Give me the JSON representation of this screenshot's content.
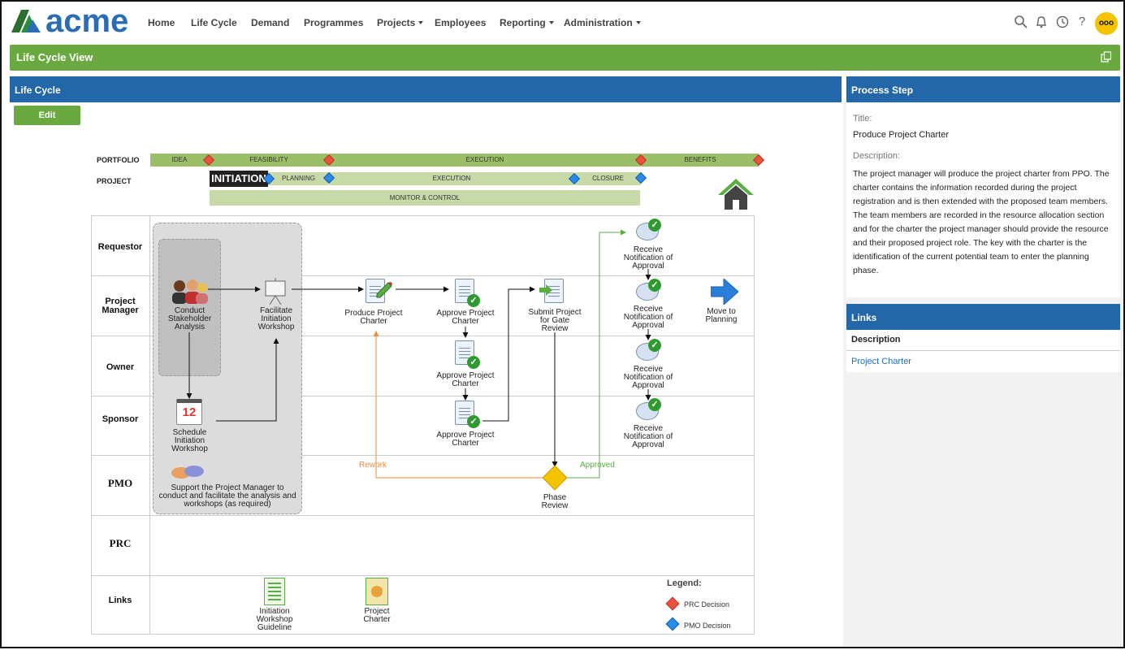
{
  "app": {
    "logo_text": "acme"
  },
  "nav": [
    {
      "label": "Home"
    },
    {
      "label": "Life Cycle"
    },
    {
      "label": "Demand"
    },
    {
      "label": "Programmes"
    },
    {
      "label": "Projects"
    },
    {
      "label": "Employees"
    },
    {
      "label": "Reporting"
    },
    {
      "label": "Administration"
    }
  ],
  "header_icons": [
    "search-icon",
    "bell-icon",
    "clock-icon",
    "help-icon"
  ],
  "avatar_text": "ooo",
  "page_title": "Life Cycle View",
  "lifecycle": {
    "header": "Life Cycle",
    "edit_label": "Edit"
  },
  "phases": {
    "portfolio_label": "PORTFOLIO",
    "project_label": "PROJECT",
    "portfolio": [
      "IDEA",
      "FEASIBILITY",
      "EXECUTION",
      "BENEFITS"
    ],
    "project": [
      "INITIATION",
      "PLANNING",
      "EXECUTION",
      "CLOSURE"
    ],
    "monitor": "MONITOR & CONTROL"
  },
  "lanes": [
    "Requestor",
    "Project Manager",
    "Owner",
    "Sponsor",
    "PMO",
    "PRC",
    "Links"
  ],
  "nodes": {
    "conduct": "Conduct Stakeholder Analysis",
    "facilitate": "Facilitate Initiation Workshop",
    "produce": "Produce Project Charter",
    "approve": "Approve Project Charter",
    "submit": "Submit Project for Gate Review",
    "receive": "Receive Notification of Approval",
    "move": "Move to Planning",
    "schedule": "Schedule Initiation Workshop",
    "calendar_day": "12",
    "support": "Support the Project Manager to conduct and facilitate the analysis and workshops (as required)",
    "phase_review": "Phase Review",
    "rework": "Rework",
    "approved": "Approved",
    "link1": "Initiation Workshop Guideline",
    "link2": "Project Charter"
  },
  "legend": {
    "title": "Legend:",
    "prc": "PRC Decision",
    "pmo": "PMO Decision"
  },
  "process_step": {
    "header": "Process Step",
    "title_label": "Title:",
    "title_value": "Produce Project Charter",
    "desc_label": "Description:",
    "description": "The project manager will produce the project charter from PPO. The charter contains the information recorded during the project registration and is then extended with the proposed team members. The team members are recorded in the resource allocation section and for the charter the project manager should provide the resource and their proposed project role. The key with the charter is the identification of the current potential team to enter the planning phase."
  },
  "links_panel": {
    "header": "Links",
    "col": "Description",
    "item": "Project Charter"
  },
  "colors": {
    "green": "#6aa840",
    "blue": "#2367a8",
    "orange": "#f08a3c",
    "arrow_green": "#5aae44"
  }
}
